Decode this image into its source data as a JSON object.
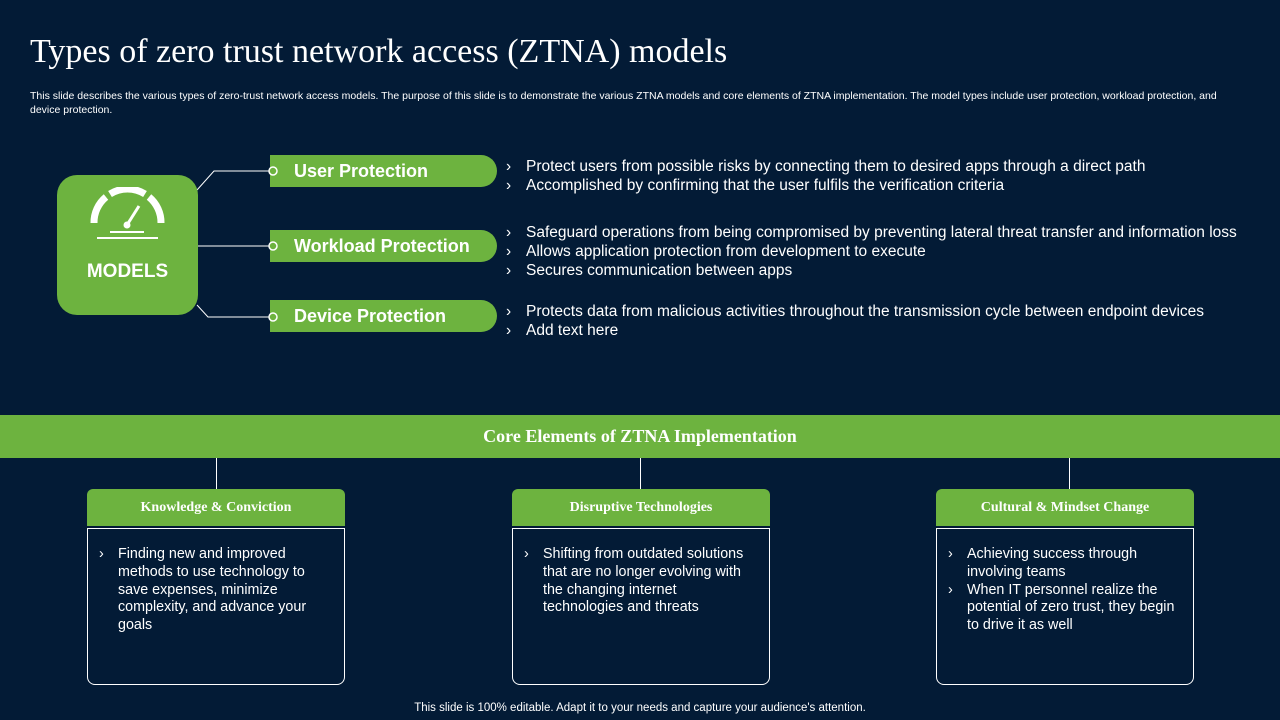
{
  "title": "Types of zero trust network access (ZTNA) models",
  "subtitle": "This slide describes the various types of zero-trust network access models. The purpose of this slide is to demonstrate the various ZTNA models and core elements of ZTNA implementation. The model types include user protection, workload protection, and device protection.",
  "models": {
    "label": "MODELS",
    "icon": "speedometer-icon",
    "items": [
      {
        "label": "User Protection",
        "bullets": [
          "Protect users from possible risks by connecting them to desired apps through  a direct path",
          "Accomplished by confirming that the user fulfils the verification criteria"
        ]
      },
      {
        "label": "Workload Protection",
        "bullets": [
          "Safeguard operations from being compromised by preventing lateral threat transfer and information loss",
          "Allows application protection from development to execute",
          "Secures communication between apps"
        ]
      },
      {
        "label": "Device Protection",
        "bullets": [
          "Protects data from malicious activities throughout  the transmission cycle between endpoint devices",
          "Add text here"
        ]
      }
    ]
  },
  "core": {
    "title": "Core Elements  of ZTNA Implementation",
    "cards": [
      {
        "heading": "Knowledge & Conviction",
        "bullets": [
          "Finding new and improved methods to use technology to save expenses, minimize complexity, and advance your goals"
        ]
      },
      {
        "heading": "Disruptive Technologies",
        "bullets": [
          "Shifting from outdated solutions that are no longer evolving with the changing internet technologies and threats"
        ]
      },
      {
        "heading": "Cultural & Mindset Change",
        "bullets": [
          "Achieving success through involving teams",
          "When IT personnel realize the potential of zero trust, they begin to drive it as well"
        ]
      }
    ]
  },
  "footer": "This slide is 100% editable. Adapt it to your needs and capture your audience's attention.",
  "colors": {
    "background": "#031b36",
    "accent": "#6db33f",
    "text": "#ffffff"
  }
}
